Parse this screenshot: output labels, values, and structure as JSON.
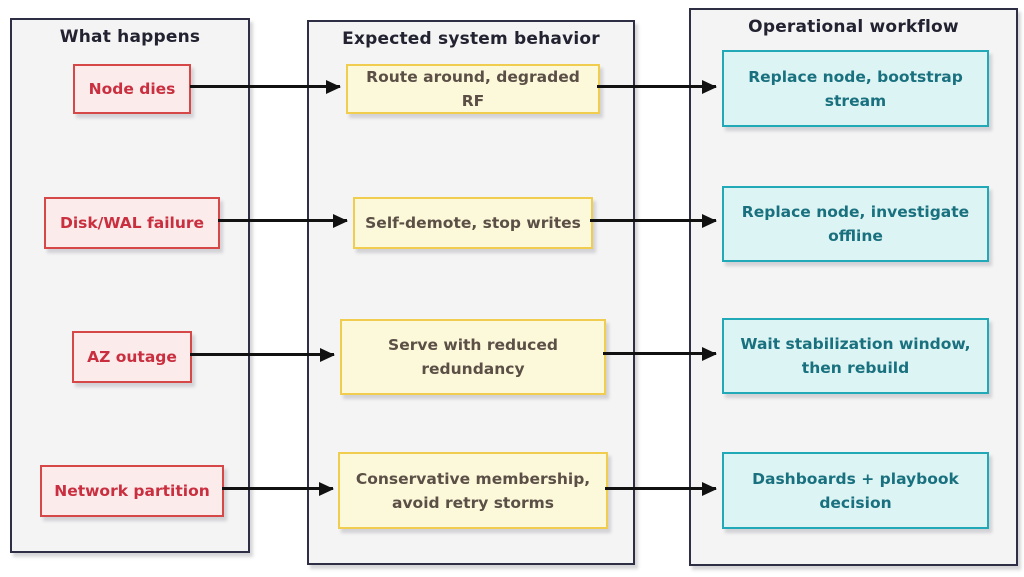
{
  "diagram": {
    "columns": [
      {
        "title": "What happens",
        "boxes": [
          {
            "label": "Node dies"
          },
          {
            "label": "Disk/WAL failure"
          },
          {
            "label": "AZ outage"
          },
          {
            "label": "Network partition"
          }
        ]
      },
      {
        "title": "Expected system behavior",
        "boxes": [
          {
            "label": "Route around, degraded RF"
          },
          {
            "label": "Self-demote, stop writes"
          },
          {
            "label": "Serve with reduced redundancy"
          },
          {
            "label": "Conservative membership, avoid retry storms"
          }
        ]
      },
      {
        "title": "Operational workflow",
        "boxes": [
          {
            "label": "Replace node, bootstrap stream"
          },
          {
            "label": "Replace node, investigate offline"
          },
          {
            "label": "Wait stabilization window, then rebuild"
          },
          {
            "label": "Dashboards + playbook decision"
          }
        ]
      }
    ],
    "colors": {
      "event_border": "#d64848",
      "event_fill": "#fcebeb",
      "event_text": "#c92f3f",
      "behavior_border": "#f0cd4f",
      "behavior_fill": "#fcf9da",
      "behavior_text": "#5b4f46",
      "workflow_border": "#22a9b7",
      "workflow_fill": "#dcf4f3",
      "workflow_text": "#19707f",
      "panel_fill": "#f4f4f5",
      "panel_border": "#2e2e44",
      "arrow": "#111111"
    }
  }
}
